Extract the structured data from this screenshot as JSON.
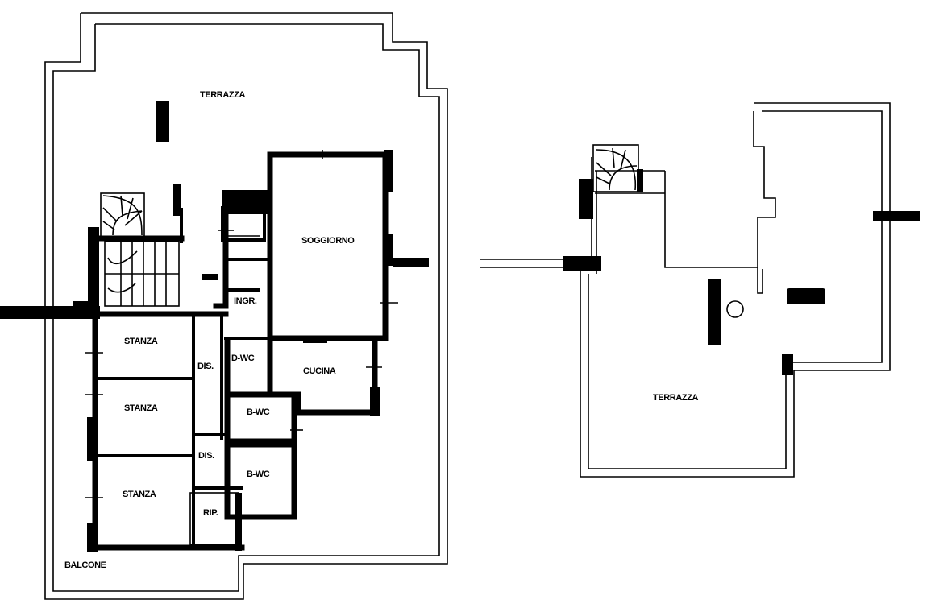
{
  "colors": {
    "ink": "#000000",
    "paper": "#ffffff"
  },
  "left_plan": {
    "terrace_label": "TERRAZZA",
    "rooms": {
      "soggiorno": "SOGGIORNO",
      "ingresso": "INGR.",
      "d_wc": "D-WC",
      "cucina": "CUCINA",
      "stanza_1": "STANZA",
      "stanza_2": "STANZA",
      "stanza_3": "STANZA",
      "dis_1": "DIS.",
      "dis_2": "DIS.",
      "b_wc_1": "B-WC",
      "b_wc_2": "B-WC",
      "ripostiglio": "RIP.",
      "balcone": "BALCONE"
    }
  },
  "right_plan": {
    "terrace_label": "TERRAZZA"
  }
}
